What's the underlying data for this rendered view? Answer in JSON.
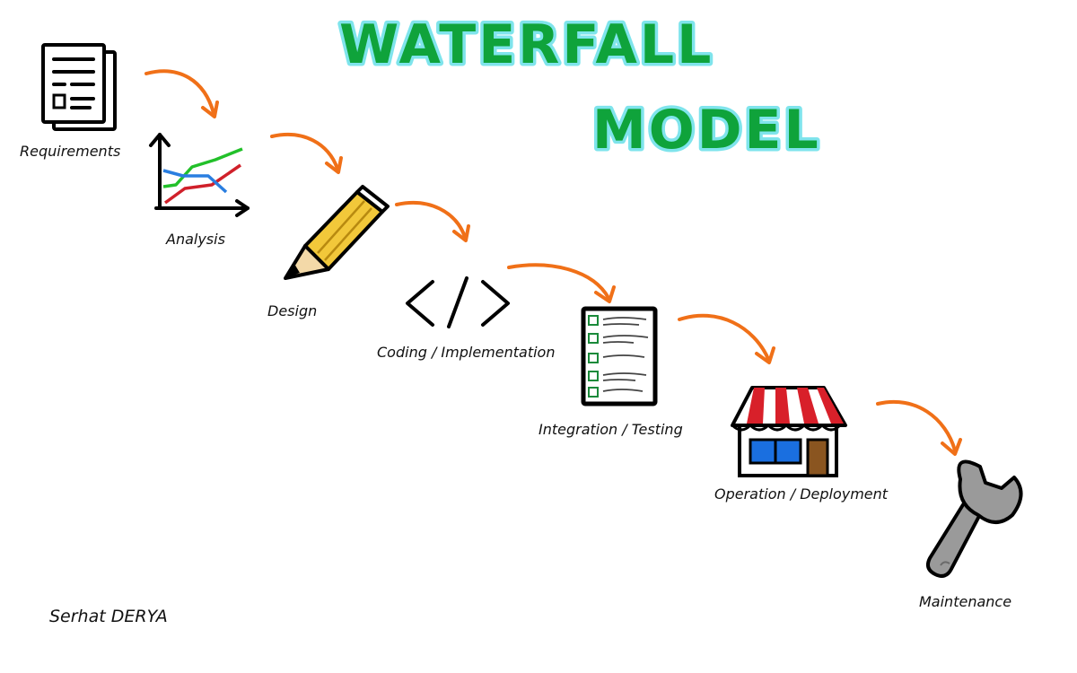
{
  "title": {
    "line1": "WATERFALL",
    "line2": "MODEL"
  },
  "stages": [
    {
      "label": "Requirements",
      "icon": "document-icon"
    },
    {
      "label": "Analysis",
      "icon": "line-chart-icon"
    },
    {
      "label": "Design",
      "icon": "pencil-icon"
    },
    {
      "label": "Coding / Implementation",
      "icon": "code-brackets-icon"
    },
    {
      "label": "Integration / Testing",
      "icon": "checklist-icon"
    },
    {
      "label": "Operation / Deployment",
      "icon": "storefront-icon"
    },
    {
      "label": "Maintenance",
      "icon": "wrench-icon"
    }
  ],
  "author": "Serhat DERYA",
  "colors": {
    "title_fill": "#0fa33b",
    "title_glow": "#7fe4ec",
    "arrow": "#f07018",
    "chart_green": "#22c02a",
    "chart_red": "#d0202a",
    "chart_blue": "#2a7ee0",
    "pencil": "#f2c83a",
    "awning_red": "#d8202a",
    "window_blue": "#1a6fe0",
    "door_brown": "#8a5520",
    "wrench_grey": "#9a9a9a"
  }
}
